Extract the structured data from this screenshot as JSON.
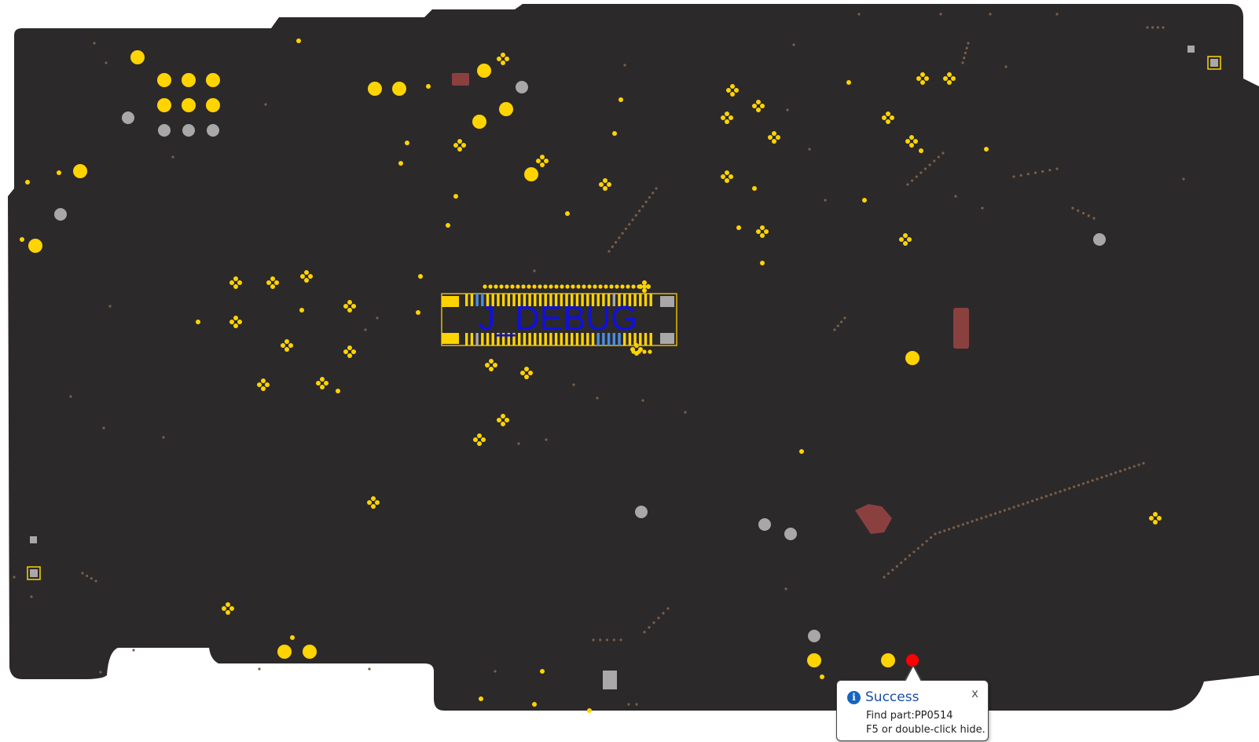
{
  "board": {
    "background": "#2c292b",
    "component_ref": "J_DEBUG",
    "colors": {
      "pad": "#ffd400",
      "gray_pad": "#a8a8a8",
      "via": "#7a6048",
      "copper_shape": "#8b4040",
      "label": "#1010dd",
      "pin_blue": "#4a8ee0",
      "outline": "#e8b800",
      "highlight": "#ff0000"
    }
  },
  "notification": {
    "icon": "info-icon",
    "title": "Success",
    "line1": "Find part:PP0514",
    "line2": "F5 or double-click hide.",
    "close": "x"
  }
}
